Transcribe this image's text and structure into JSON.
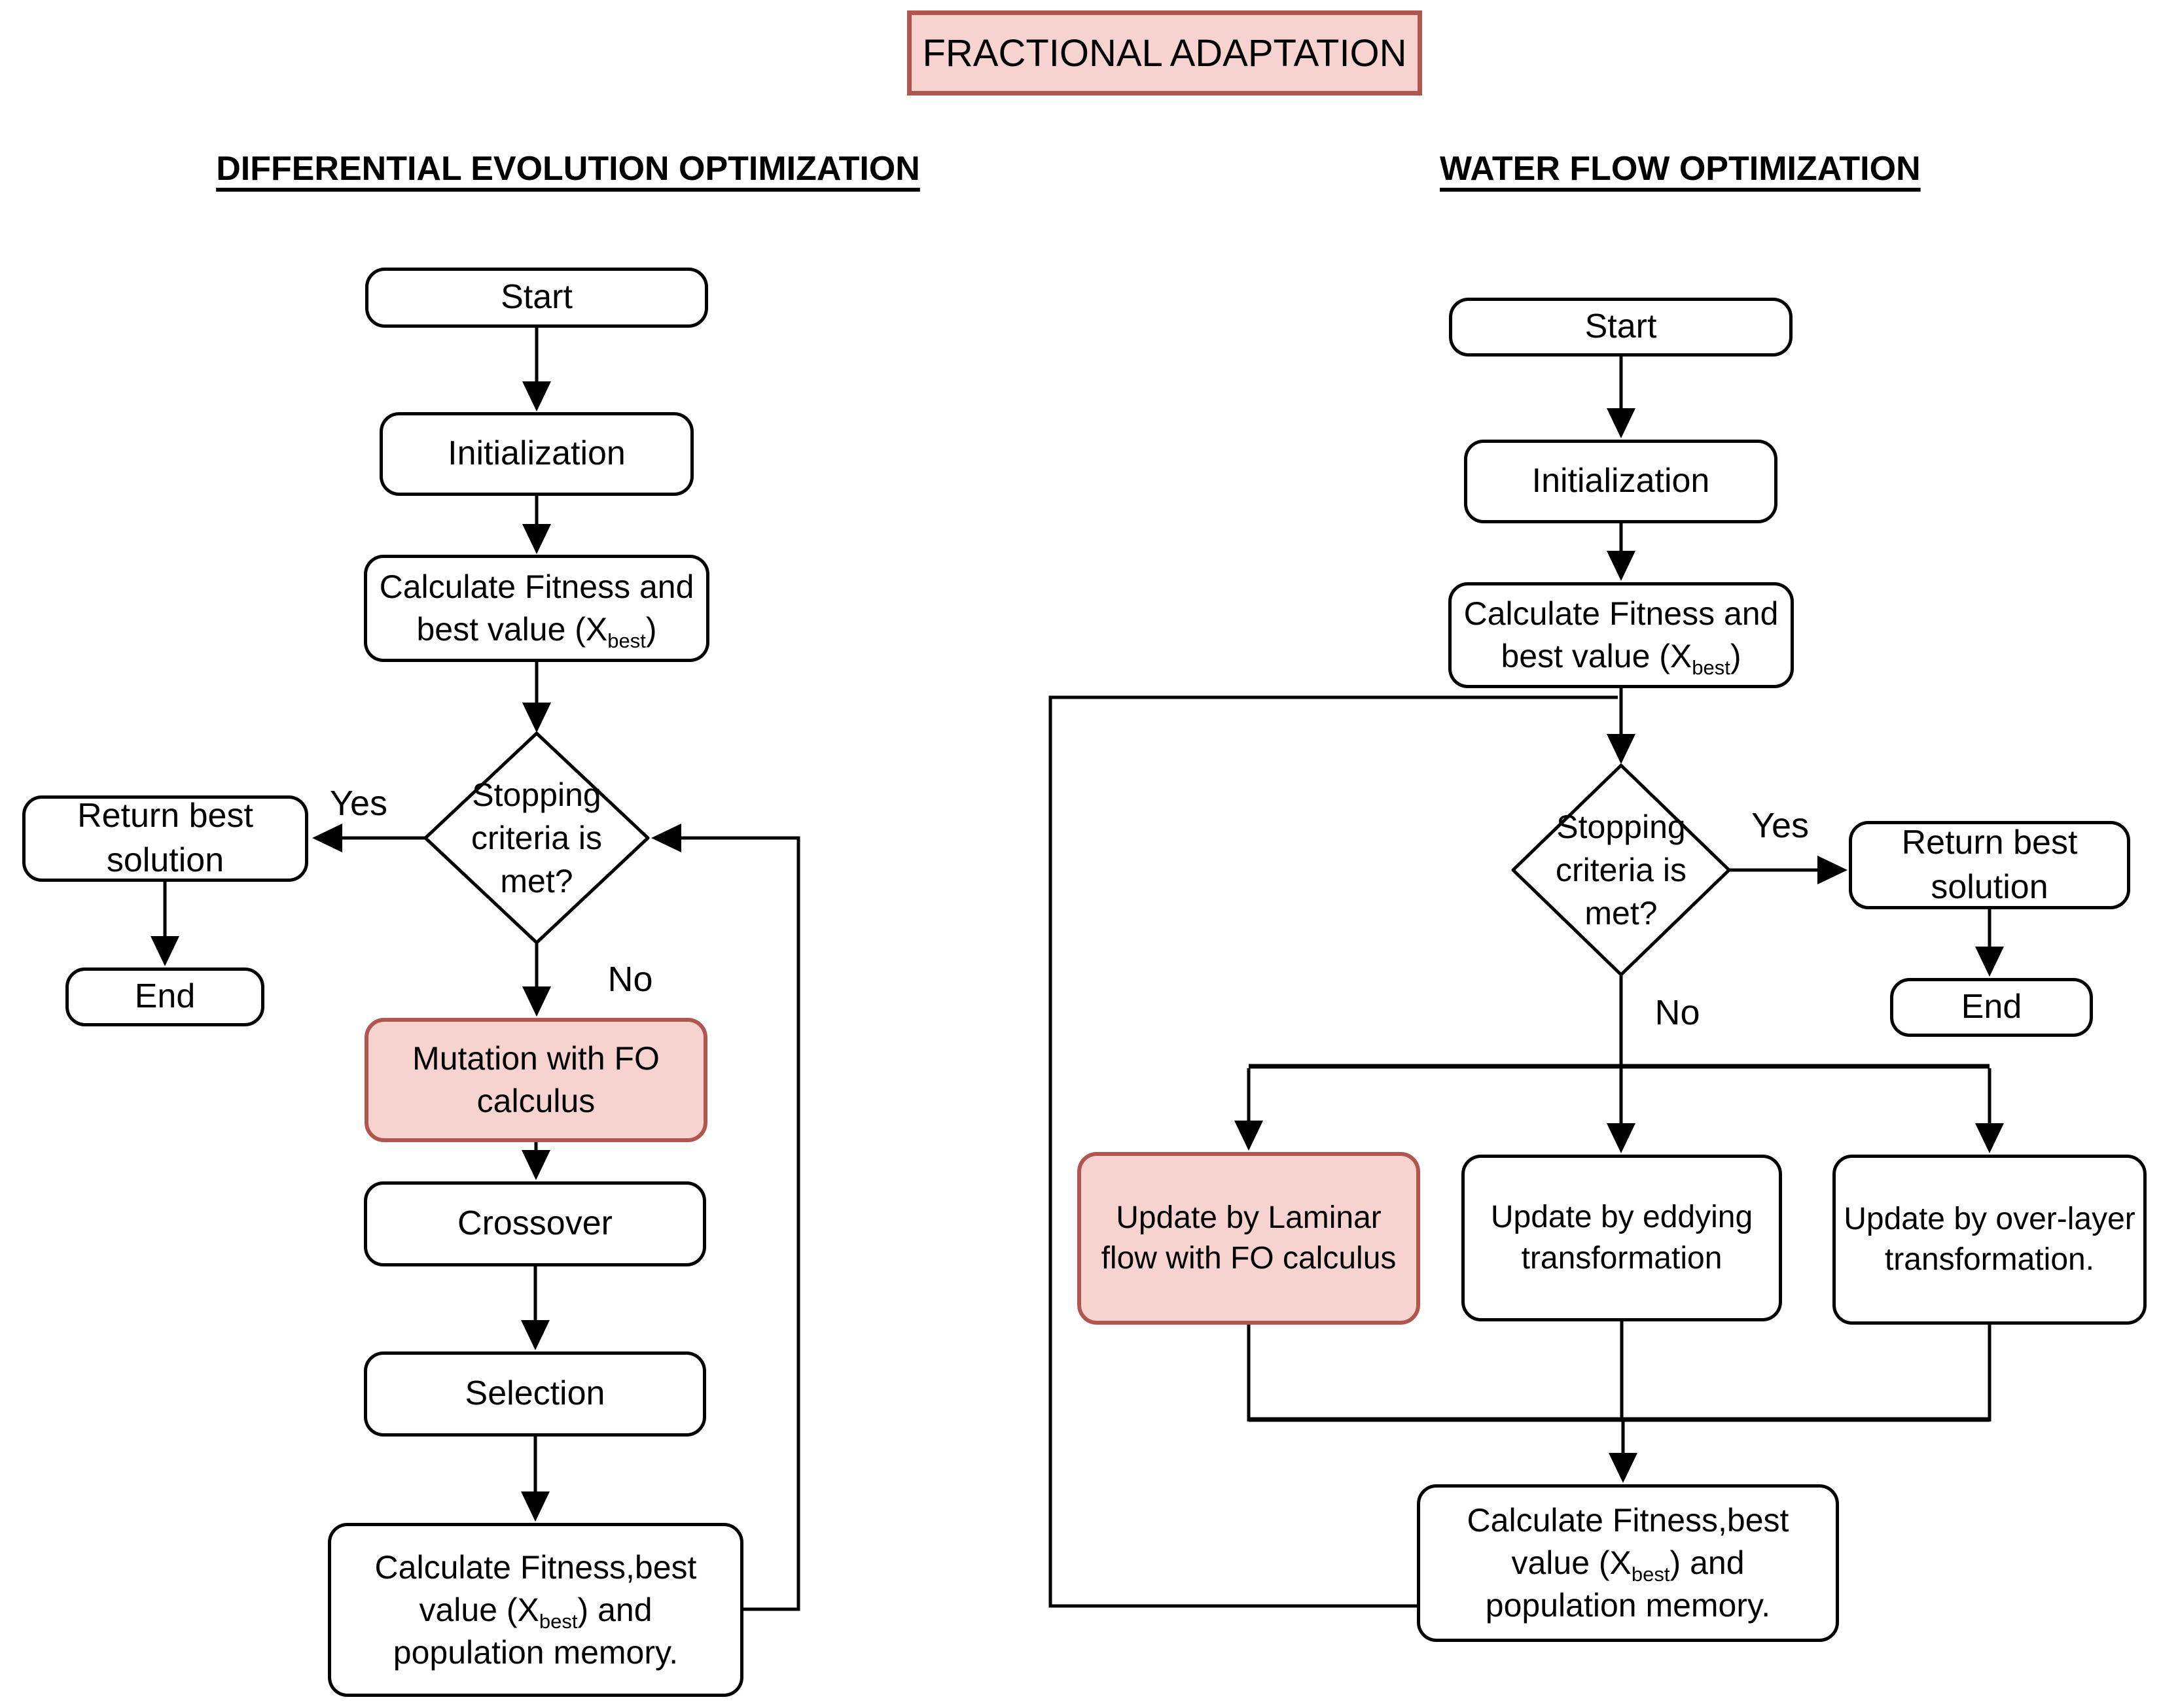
{
  "title": {
    "label": "FRACTIONAL ADAPTATION"
  },
  "colors": {
    "highlight_fill": "#f6d3cf",
    "highlight_border": "#b0564f",
    "line_color": "#000000",
    "background": "#ffffff"
  },
  "left_chart": {
    "heading": "DIFFERENTIAL EVOLUTION OPTIMIZATION",
    "labels": {
      "yes": "Yes",
      "no": "No"
    },
    "nodes": {
      "start": {
        "label": "Start"
      },
      "initialization": {
        "label": "Initialization"
      },
      "calc_fitness": {
        "line1": "Calculate Fitness and",
        "line2_pre": "best value (X",
        "line2_sub": "best",
        "line2_post": ")"
      },
      "decision": {
        "line1": "Stopping",
        "line2": "criteria is",
        "line3": "met?"
      },
      "return_best": {
        "line1": "Return best",
        "line2": "solution"
      },
      "end": {
        "label": "End"
      },
      "mutation_fo": {
        "line1": "Mutation with FO",
        "line2": "calculus"
      },
      "crossover": {
        "label": "Crossover"
      },
      "selection": {
        "label": "Selection"
      },
      "calc_fitness_memory": {
        "line1": "Calculate Fitness,best",
        "line2_pre": "value (X",
        "line2_sub": "best",
        "line2_post": ") and",
        "line3": "population memory."
      }
    }
  },
  "right_chart": {
    "heading": "WATER FLOW OPTIMIZATION",
    "labels": {
      "yes": "Yes",
      "no": "No"
    },
    "nodes": {
      "start": {
        "label": "Start"
      },
      "initialization": {
        "label": "Initialization"
      },
      "calc_fitness": {
        "line1": "Calculate Fitness and",
        "line2_pre": "best value (X",
        "line2_sub": "best",
        "line2_post": ")"
      },
      "decision": {
        "line1": "Stopping",
        "line2": "criteria is",
        "line3": "met?"
      },
      "return_best": {
        "line1": "Return best",
        "line2": "solution"
      },
      "end": {
        "label": "End"
      },
      "update_laminar_fo": {
        "line1": "Update by Laminar",
        "line2": "flow with FO calculus"
      },
      "update_eddying": {
        "line1": "Update by eddying",
        "line2": "transformation"
      },
      "update_overlayer": {
        "line1": "Update by over-layer",
        "line2": "transformation."
      },
      "calc_fitness_memory": {
        "line1": "Calculate Fitness,best",
        "line2_pre": "value (X",
        "line2_sub": "best",
        "line2_post": ") and",
        "line3": "population memory."
      }
    }
  }
}
